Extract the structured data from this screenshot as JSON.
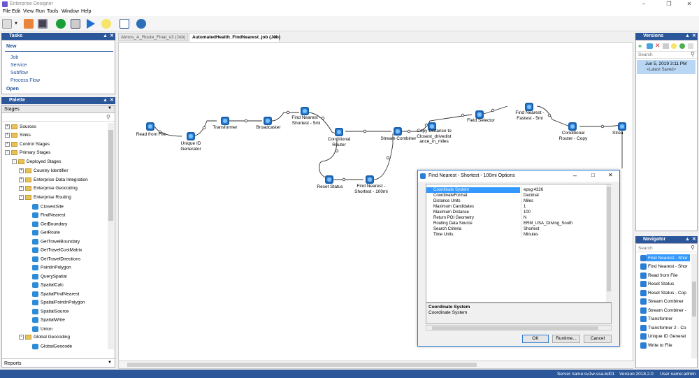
{
  "window": {
    "title": "Enterprise Designer"
  },
  "menu": [
    "File",
    "Edit",
    "View",
    "Run",
    "Tools",
    "Window",
    "Help"
  ],
  "tasks": {
    "title": "Tasks",
    "new_label": "New",
    "items": [
      "Job",
      "Service",
      "Subflow",
      "Process Flow"
    ],
    "open_label": "Open"
  },
  "palette": {
    "title": "Palette",
    "dropdown": "Stages",
    "top_folders": [
      "Sources",
      "Sinks",
      "Control Stages",
      "Primary Stages"
    ],
    "deployed": "Deployed Stages",
    "subfolders": [
      "Country Identifier",
      "Enterprise Data Integration",
      "Enterprise Geocoding",
      "Enterprise Routing"
    ],
    "routing_stages": [
      "ClosestSite",
      "FindNearest",
      "GetBoundary",
      "GetRoute",
      "GetTravelBoundary",
      "GetTravelCostMatrix",
      "GetTravelDirections",
      "PointInPolygon",
      "QuerySpatial",
      "SpatialCalc",
      "SpatialFindNearest",
      "SpatialPointInPolygon",
      "SpatialSource",
      "SpatialWrite",
      "Union"
    ],
    "global_folder": "Global Geocoding",
    "global_item": "GlobalGeocode",
    "bottom_dropdown": "Reports"
  },
  "tabs": [
    {
      "label": "Atmos_A_Route_Final_v3 (Job)"
    },
    {
      "label": "AutomatedHealth_FindNearest_job (Job)"
    }
  ],
  "nodes": [
    {
      "label": "Read from File"
    },
    {
      "label": "Unique ID\nGenerator"
    },
    {
      "label": "Transformer"
    },
    {
      "label": "Broadcaster"
    },
    {
      "label": "Find Nearest -\nShortest - 5mi"
    },
    {
      "label": "Conditional\nRouter"
    },
    {
      "label": "Stream Combiner"
    },
    {
      "label": "Copy Distance to\nClosest_drivedist\nance_in_miles"
    },
    {
      "label": "Field Selector"
    },
    {
      "label": "Find Nearest -\nFastest - 5mi"
    },
    {
      "label": "Conditional\nRouter - Copy"
    },
    {
      "label": "Strea"
    },
    {
      "label": "Reset Status"
    },
    {
      "label": "Find Nearest -\nShortest - 100mi"
    }
  ],
  "dialog": {
    "title": "Find Nearest - Shortest - 100mi Options",
    "properties": [
      {
        "key": "Coordinate System",
        "value": "epsg:4326"
      },
      {
        "key": "CoordinateFormat",
        "value": "Decimal"
      },
      {
        "key": "Distance Units",
        "value": "Miles"
      },
      {
        "key": "Maximum Candidates",
        "value": "1"
      },
      {
        "key": "Maximum Distance",
        "value": "100"
      },
      {
        "key": "Return POI Geometry",
        "value": "N"
      },
      {
        "key": "Routing Data Source",
        "value": "ERM_USA_Driving_South"
      },
      {
        "key": "Search Criteria",
        "value": "Shortest"
      },
      {
        "key": "Time Units",
        "value": "Minutes"
      }
    ],
    "desc_title": "Coordinate System",
    "desc_text": "Coordinate System",
    "ok": "OK",
    "runtime": "Runtime...",
    "cancel": "Cancel"
  },
  "versions": {
    "title": "Versions",
    "search_placeholder": "Search",
    "date": "Jun 5, 2019 3:11 PM",
    "tag": "<Latest Saved>"
  },
  "navigator": {
    "title": "Navigator",
    "search_placeholder": "Search",
    "items": [
      "Find Nearest - Shor",
      "Find Nearest - Shor",
      "Read from File",
      "Reset Status",
      "Reset Status - Cop",
      "Stream Combiner",
      "Stream Combiner -",
      "Transformer",
      "Transformer 2 - Co",
      "Unique ID Generat",
      "Write to File"
    ]
  },
  "status": {
    "server": "Server name:sv1w-ssa-kd01",
    "version": "Version:2018.2.0",
    "user": "User name:admin"
  },
  "colors": {
    "accent": "#2b579a",
    "selection": "#3399ff",
    "stage_icon": "#2a7fd4"
  }
}
